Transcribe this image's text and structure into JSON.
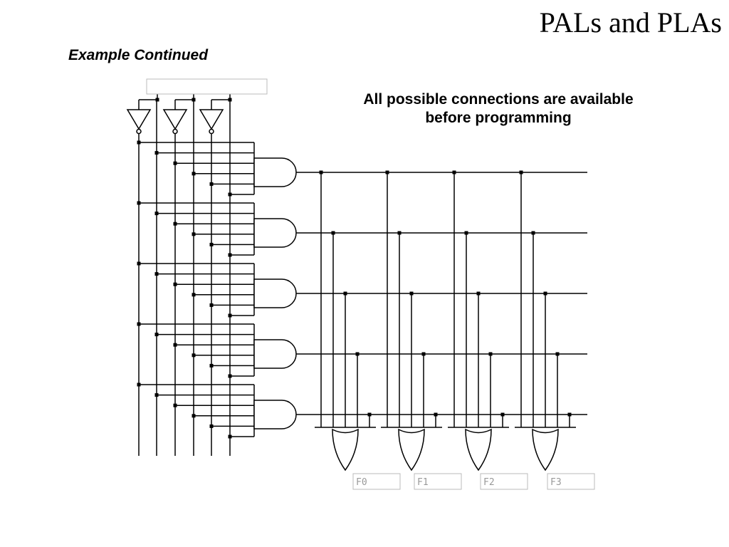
{
  "title": "PALs and PLAs",
  "subtitle": "Example Continued",
  "note_line1": "All possible connections are available",
  "note_line2": "before programming",
  "input_box_label": "⁠",
  "outputs": [
    "F0",
    "F1",
    "F2",
    "F3"
  ],
  "colors": {
    "wire": "#000000",
    "box_border": "#bbbbbb",
    "box_text": "#999999"
  }
}
